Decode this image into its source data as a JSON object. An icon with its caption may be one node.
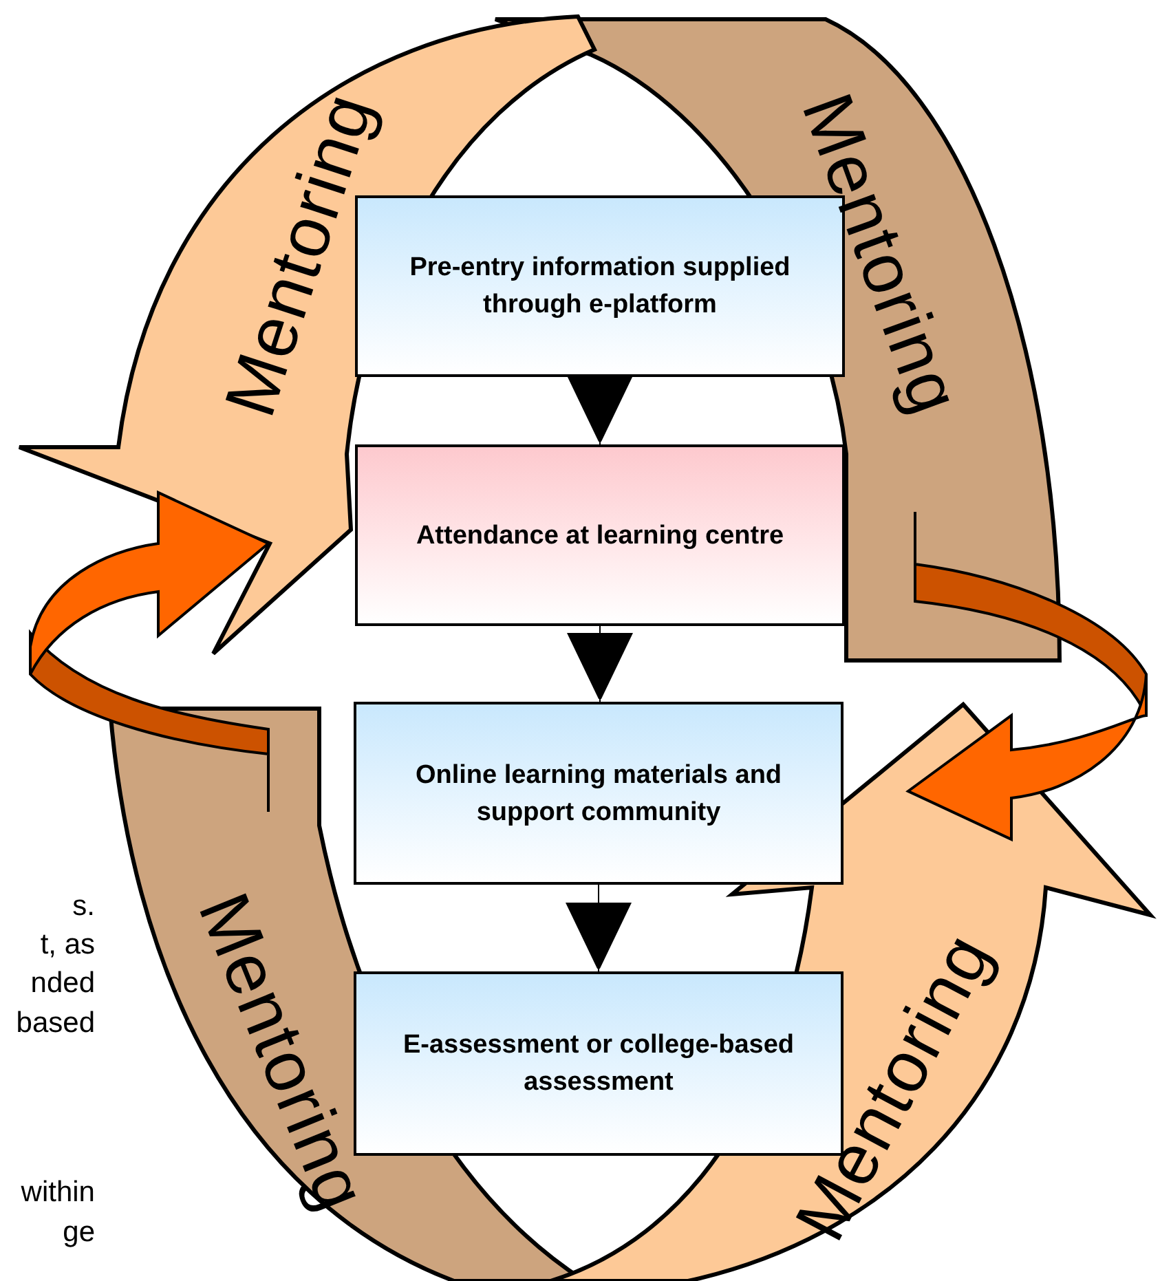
{
  "diagram": {
    "nodes": [
      {
        "text": [
          "Pre-entry information supplied through e-platform"
        ]
      },
      {
        "text": [
          "Attendance at learning centre"
        ]
      },
      {
        "text": [
          "Online learning materials and support community"
        ]
      },
      {
        "text": [
          "E-assessment or college-based assessment"
        ]
      }
    ],
    "edges": [
      {
        "from": 0,
        "to": 1,
        "arrow": "to"
      },
      {
        "from": 1,
        "to": 2,
        "arrow": "to"
      },
      {
        "from": 2,
        "to": 3,
        "arrow": "to"
      }
    ],
    "labels": [
      "Mentoring",
      "Mentoring",
      "s.",
      "t, as",
      "nded",
      "based",
      "Mentoring",
      "Mentoring",
      "within",
      "ge"
    ]
  }
}
